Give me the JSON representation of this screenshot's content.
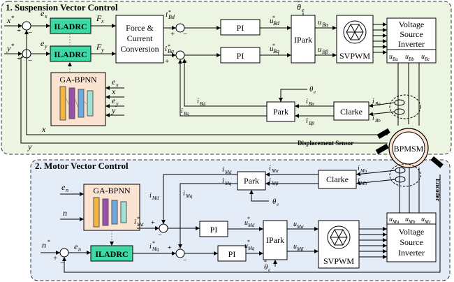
{
  "colors": {
    "suspension_bg": "#ecf4e2",
    "motor_bg": "#e4ecf8",
    "iladrc_fill": "#3fd9a6",
    "ann_fill": "#fbe3d2"
  },
  "sections": {
    "suspension": "1. Suspension Vector Control",
    "motor": "2. Motor Vector Control"
  },
  "blocks": {
    "iladrc_x": "ILADRC",
    "iladrc_y": "ILADRC",
    "iladrc_n": "ILADRC",
    "ga_bpnn_top": "GA-BPNN",
    "ga_bpnn_bottom": "GA-BPNN",
    "force_current": [
      "Force &",
      "Current",
      "Conversion"
    ],
    "pi": "PI",
    "ipark": "IPark",
    "svpwm": "SVPWM",
    "vsi": [
      "Voltage",
      "Source",
      "Inverter"
    ],
    "park": "Park",
    "clarke": "Clarke",
    "motor": "BPMSM",
    "displacement_sensor": "Displacement Sensor",
    "encoder": "Encoder"
  },
  "signals": {
    "x_ref": "x",
    "y_ref": "y",
    "ex": "e",
    "ex_sub": "x",
    "ey": "e",
    "ey_sub": "y",
    "Fx": "F",
    "Fx_sub": "x",
    "Fy": "F",
    "Fy_sub": "y",
    "iBd_ref": "i",
    "iBd_sub": "Bd",
    "iBq_ref": "i",
    "iBq_sub": "Bq",
    "uBd": "u",
    "uBd_sub": "Bd",
    "uBq": "u",
    "uBq_sub": "Bq",
    "uBa": "u",
    "uBa_sub": "Bα",
    "uBb": "u",
    "uBb_sub": "Bβ",
    "theta": "θ",
    "theta_sub": "e",
    "vsi_out_a": "u",
    "vsi_out_a_sub": "Ba",
    "vsi_out_b": "u",
    "vsi_out_b_sub": "Bb",
    "vsi_out_c": "u",
    "vsi_out_c_sub": "Bc",
    "iBalpha": "i",
    "iBalpha_sub": "Bα",
    "iBbeta": "i",
    "iBbeta_sub": "Bβ",
    "iBa": "i",
    "iBa_sub": "Ba",
    "iBb": "i",
    "iBb_sub": "Bb",
    "iBd": "i",
    "iBd_fb_sub": "Bd",
    "iBq": "i",
    "iBq_fb_sub": "Bq",
    "ann_in_ex": "e",
    "ann_in_ex_sub": "x",
    "ann_in_x": "x",
    "ann_in_ey": "e",
    "ann_in_ey_sub": "y",
    "ann_in_y": "y",
    "fb_x": "x",
    "fb_y": "y",
    "iMd_fb": "i",
    "iMd_fb_sub": "Md",
    "iMq_fb": "i",
    "iMq_fb_sub": "Mq",
    "iMalpha": "i",
    "iMalpha_sub": "Mα",
    "iMbeta": "i",
    "iMbeta_sub": "Mβ",
    "iMa": "i",
    "iMa_sub": "Ma",
    "iMb": "i",
    "iMb_sub": "Mb",
    "en": "e",
    "en_sub": "n",
    "n": "n",
    "n_ref": "n",
    "iMd_left": "i",
    "iMd_left_sub": "Md",
    "iMq_left": "i",
    "iMq_left_sub": "Mq",
    "iMd_ref": "i",
    "iMd_ref_sub": "Md",
    "iMq_ref": "i",
    "iMq_ref_sub": "Mq",
    "uMd": "u",
    "uMd_sub": "Md",
    "uMq": "u",
    "uMq_sub": "Mq",
    "uMalpha": "u",
    "uMalpha_sub": "Mα",
    "uMbeta": "u",
    "uMbeta_sub": "Mβ",
    "uMa": "u",
    "uMa_sub": "Ma",
    "uMb": "u",
    "uMb_sub": "Mb",
    "uMc": "u",
    "uMc_sub": "Mc",
    "en_loop": "e",
    "en_loop_sub": "n"
  },
  "signs": {
    "plus": "+",
    "minus": "−"
  }
}
